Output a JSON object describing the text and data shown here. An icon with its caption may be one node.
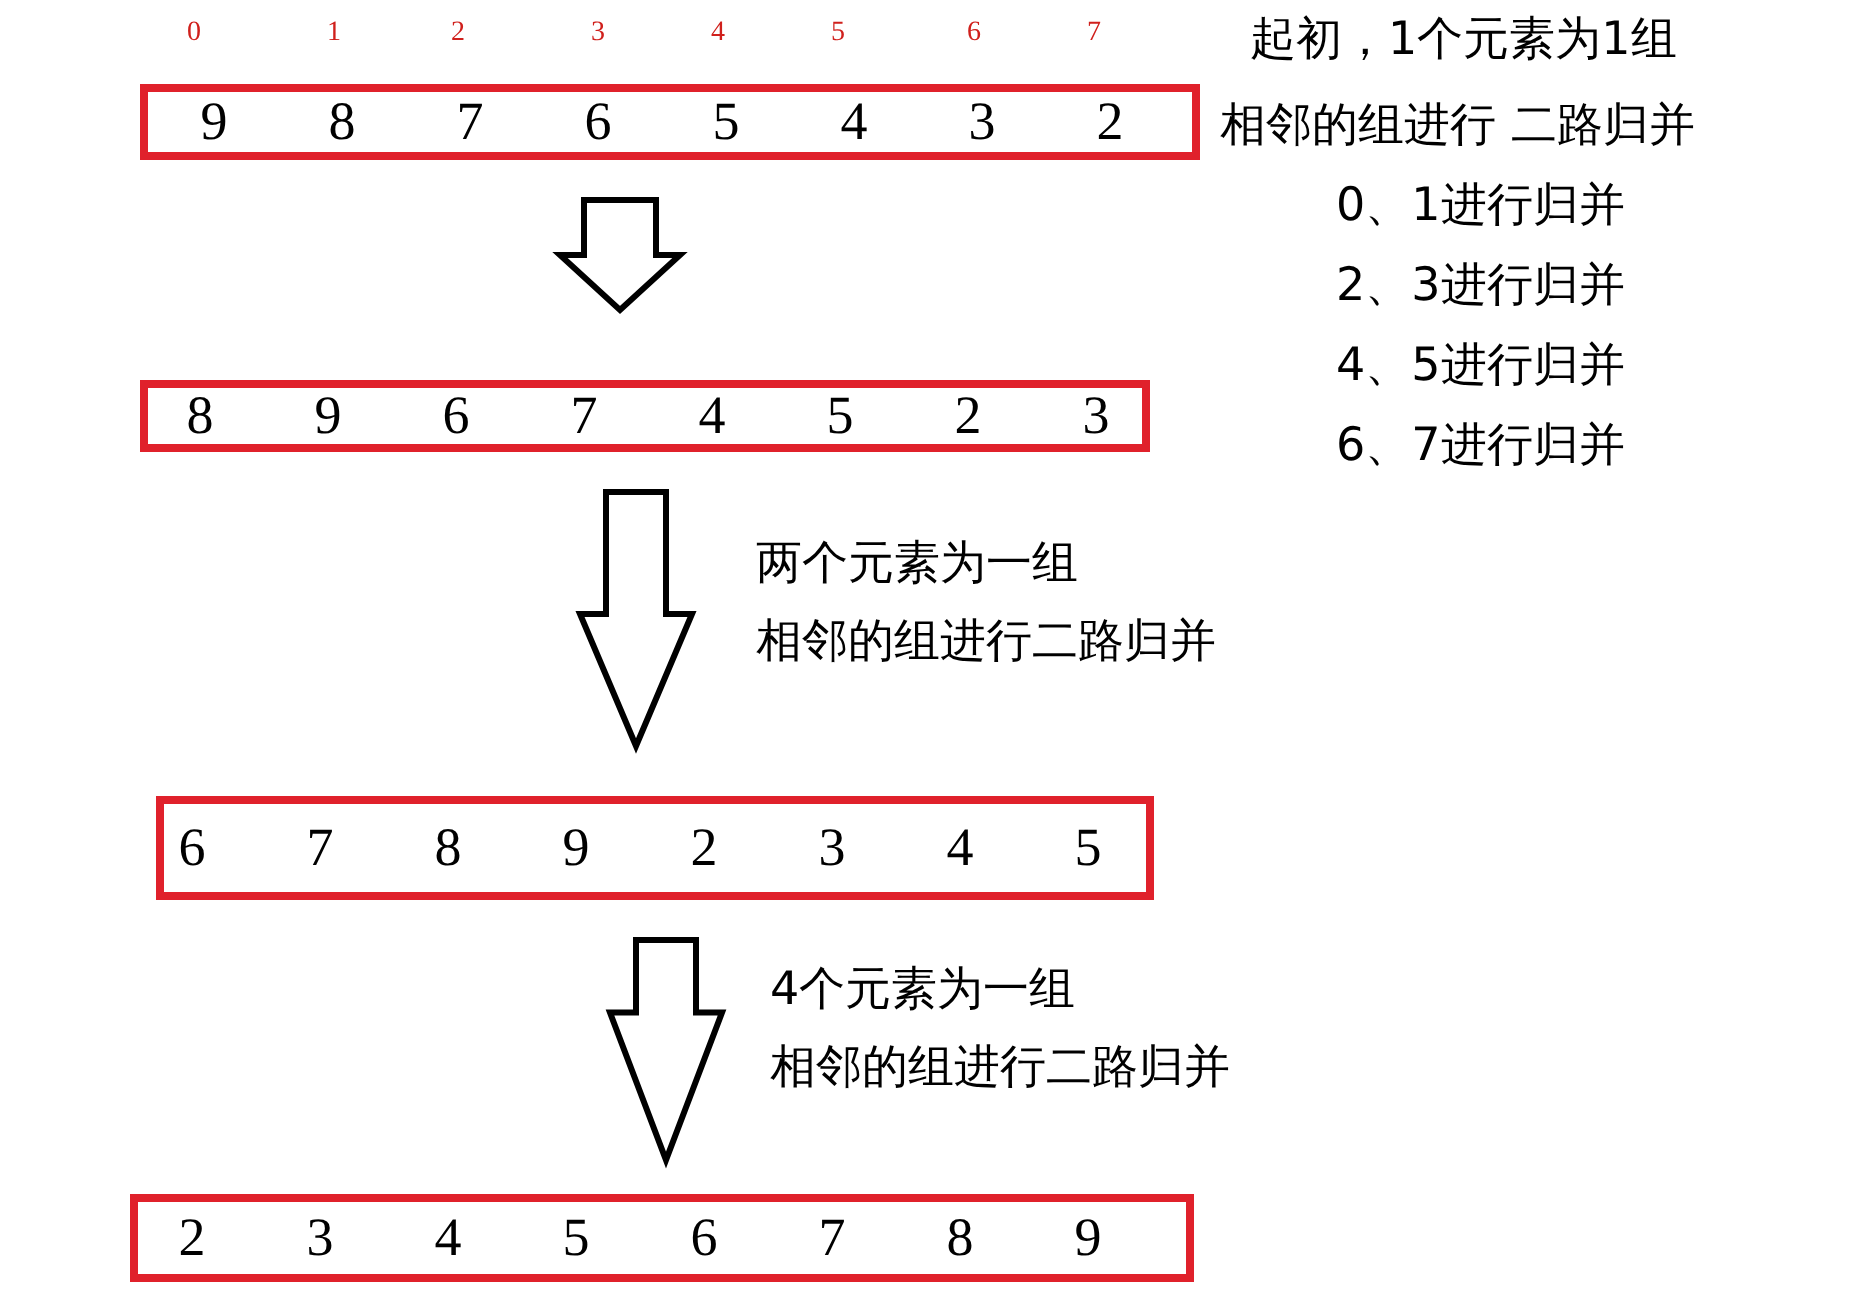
{
  "diagram": {
    "nodes": [
      {
        "text": [
          "9",
          "8",
          "7",
          "6",
          "5",
          "4",
          "3",
          "2"
        ]
      },
      {
        "text": [
          "8",
          "9",
          "6",
          "7",
          "4",
          "5",
          "2",
          "3"
        ]
      },
      {
        "text": [
          "6",
          "7",
          "8",
          "9",
          "2",
          "3",
          "4",
          "5"
        ]
      },
      {
        "text": [
          "2",
          "3",
          "4",
          "5",
          "6",
          "7",
          "8",
          "9"
        ]
      }
    ],
    "edges": [
      {
        "from": 0,
        "to": 1,
        "arrow": "to"
      },
      {
        "from": 1,
        "to": 2,
        "arrow": "to"
      },
      {
        "from": 2,
        "to": 3,
        "arrow": "to"
      }
    ],
    "labels": [
      "0",
      "1",
      "2",
      "3",
      "4",
      "5",
      "6",
      "7",
      "起初，1个元素为1组",
      "相邻的组进行 二路归并",
      "0、1进行归并",
      "2、3进行归并",
      "4、5进行归并",
      "6、7进行归并",
      "两个元素为一组",
      "相邻的组进行二路归并",
      "4个元素为一组",
      "相邻的组进行二路归并"
    ]
  }
}
